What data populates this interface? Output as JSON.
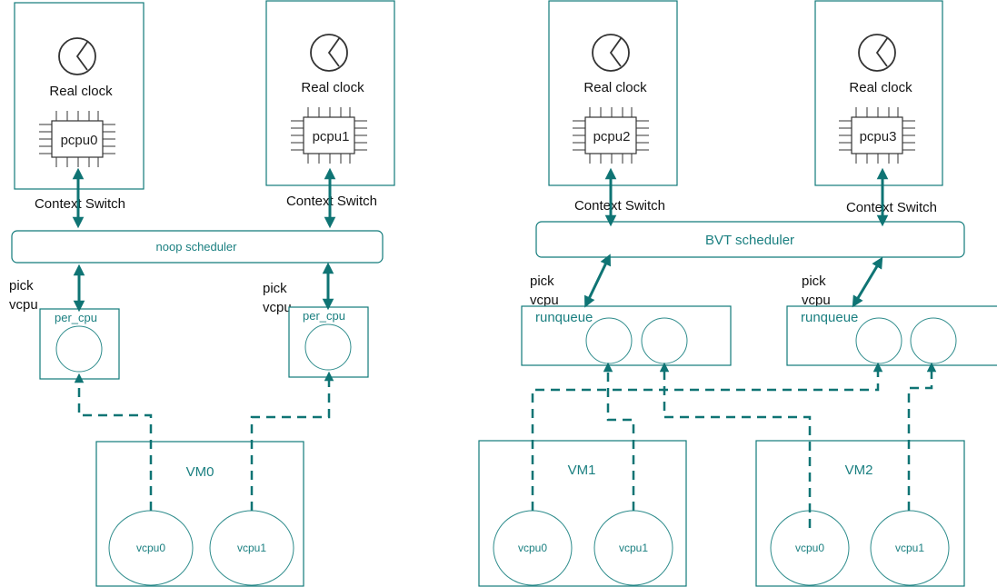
{
  "diagram": {
    "colors": {
      "accent": "#107a7a",
      "text": "#111111",
      "icon": "#333333"
    },
    "pcpus": [
      {
        "clock_label": "Real clock",
        "chip_label": "pcpu0",
        "link_label": "Context  Switch"
      },
      {
        "clock_label": "Real clock",
        "chip_label": "pcpu1",
        "link_label": "Context  Switch"
      },
      {
        "clock_label": "Real clock",
        "chip_label": "pcpu2",
        "link_label": "Context  Switch"
      },
      {
        "clock_label": "Real clock",
        "chip_label": "pcpu3",
        "link_label": "Context  Switch"
      }
    ],
    "schedulers": [
      {
        "label": "noop scheduler"
      },
      {
        "label": "BVT scheduler"
      }
    ],
    "pick_labels": [
      {
        "line1": "pick",
        "line2": "vcpu"
      },
      {
        "line1": "pick",
        "line2": "vcpu"
      },
      {
        "line1": "pick",
        "line2": "vcpu"
      },
      {
        "line1": "pick",
        "line2": "vcpu"
      }
    ],
    "queues": [
      {
        "label": "per_cpu"
      },
      {
        "label": "per_cpu"
      },
      {
        "label": "runqueue"
      },
      {
        "label": "runqueue"
      }
    ],
    "vms": [
      {
        "label": "VM0",
        "vcpus": [
          "vcpu0",
          "vcpu1"
        ]
      },
      {
        "label": "VM1",
        "vcpus": [
          "vcpu0",
          "vcpu1"
        ]
      },
      {
        "label": "VM2",
        "vcpus": [
          "vcpu0",
          "vcpu1"
        ]
      }
    ]
  }
}
